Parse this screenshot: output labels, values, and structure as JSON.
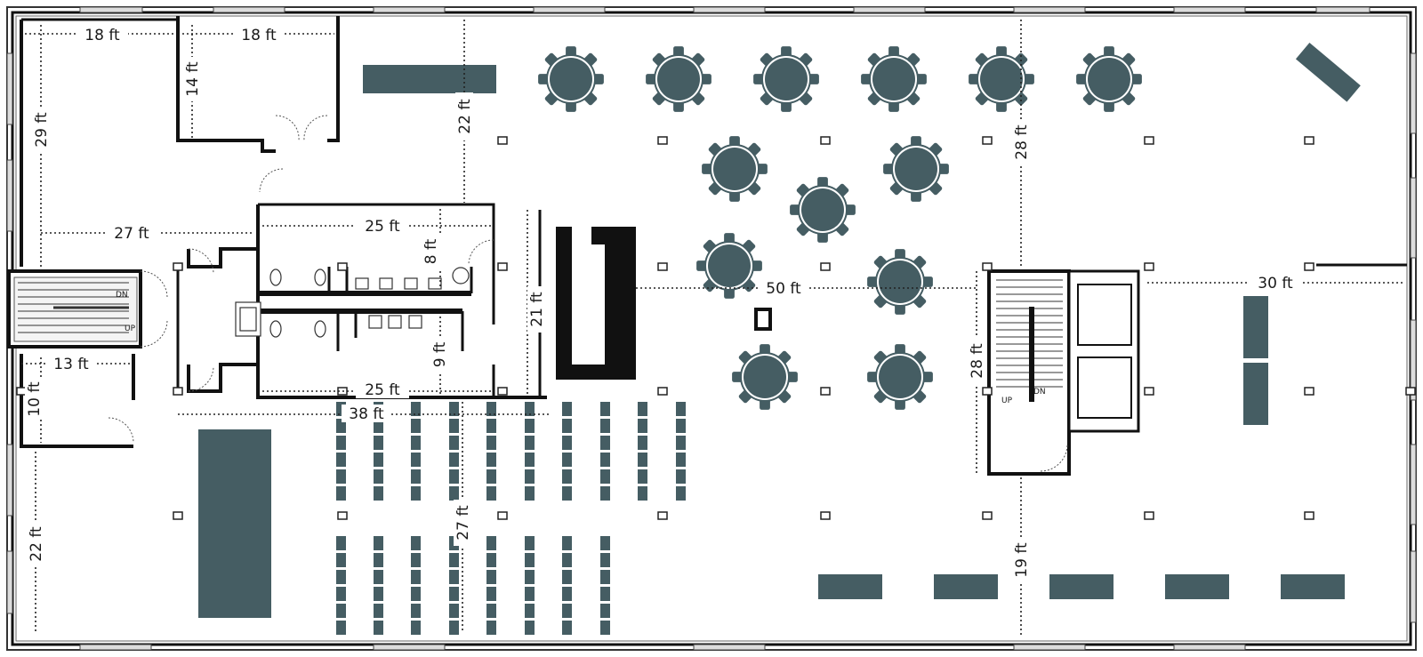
{
  "dimensions": {
    "room_a_width": "18 ft",
    "room_b_width": "18 ft",
    "room_b_depth": "14 ft",
    "left_depth": "29 ft",
    "top_clearance": "22 ft",
    "hall_width": "27 ft",
    "restroom_top_width": "25 ft",
    "restroom_top_depth": "8 ft",
    "restroom_bottom_width": "25 ft",
    "restroom_bottom_depth": "9 ft",
    "core_depth": "21 ft",
    "stair_width": "13 ft",
    "stair_depth": "10 ft",
    "banquet_width": "50 ft",
    "right_depth": "28 ft",
    "elevator_core_depth": "28 ft",
    "lounge_width": "30 ft",
    "classroom_width": "38 ft",
    "classroom_depth": "27 ft",
    "lower_left_depth": "22 ft",
    "lower_right_depth": "19 ft"
  },
  "stair_labels": {
    "left_dn": "DN",
    "left_up": "UP",
    "right_up": "UP",
    "right_dn": "DN"
  },
  "colors": {
    "furniture": "#455d63",
    "walls": "#111111",
    "dimension_lines": "#222222"
  }
}
